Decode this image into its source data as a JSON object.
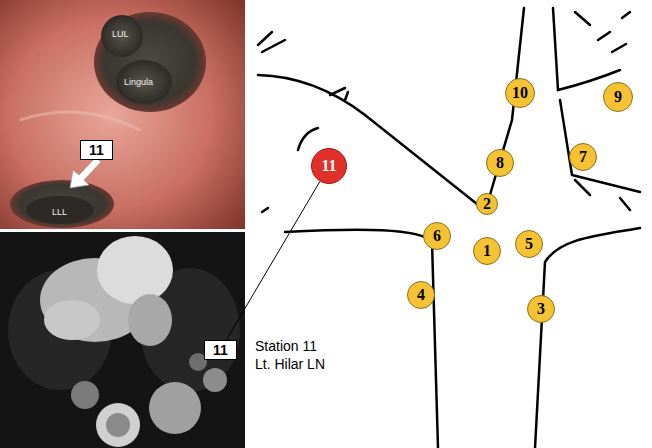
{
  "diagram": {
    "nodes": [
      {
        "text": [
          "11"
        ]
      },
      {
        "text": [
          "11"
        ]
      },
      {
        "text": [
          "10"
        ]
      },
      {
        "text": [
          "9"
        ]
      },
      {
        "text": [
          "8"
        ]
      },
      {
        "text": [
          "7"
        ]
      },
      {
        "text": [
          "2"
        ]
      },
      {
        "text": [
          "6"
        ]
      },
      {
        "text": [
          "1"
        ]
      },
      {
        "text": [
          "5"
        ]
      },
      {
        "text": [
          "4"
        ]
      },
      {
        "text": [
          "3"
        ]
      },
      {
        "text": [
          "11"
        ]
      }
    ],
    "edges": [
      {
        "from": 12,
        "to": 1,
        "arrow": "none"
      }
    ],
    "labels": [
      "LUL",
      "Lingula",
      "LLL",
      "Station 11",
      "Lt. Hilar LN"
    ]
  }
}
